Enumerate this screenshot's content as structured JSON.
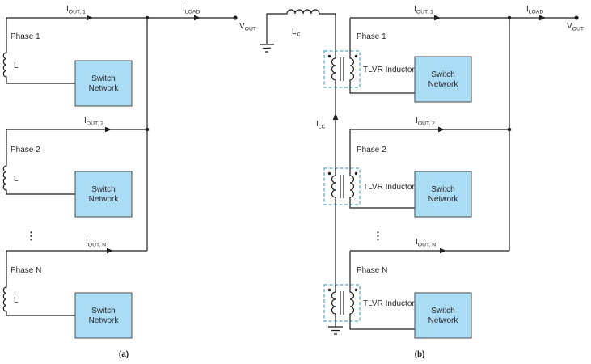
{
  "figure": {
    "caption_a": "(a)",
    "caption_b": "(b)",
    "ellipsis": "⋮"
  },
  "colors": {
    "box_fill": "#aadcf5",
    "box_stroke": "#4a4a4a",
    "tlvr_outline": "#58a8c9",
    "wire": "#1f1f1f",
    "text": "#262626"
  },
  "circuit_a": {
    "phases": [
      {
        "name": "Phase 1",
        "inductor_label": "L",
        "box_line1": "Switch",
        "box_line2": "Network",
        "current": {
          "base": "I",
          "sub": "OUT, 1"
        }
      },
      {
        "name": "Phase 2",
        "inductor_label": "L",
        "box_line1": "Switch",
        "box_line2": "Network",
        "current": {
          "base": "I",
          "sub": "OUT, 2"
        }
      },
      {
        "name": "Phase N",
        "inductor_label": "L",
        "box_line1": "Switch",
        "box_line2": "Network",
        "current": {
          "base": "I",
          "sub": "OUT, N"
        }
      }
    ],
    "i_load": {
      "base": "I",
      "sub": "LOAD"
    },
    "v_out": {
      "base": "V",
      "sub": "OUT"
    }
  },
  "circuit_b": {
    "coupling_inductor": {
      "base": "L",
      "sub": "C"
    },
    "i_lc": {
      "base": "I",
      "sub": "LC"
    },
    "phases": [
      {
        "name": "Phase 1",
        "tlvr_label": "TLVR Inductor",
        "box_line1": "Switch",
        "box_line2": "Network",
        "current": {
          "base": "I",
          "sub": "OUT, 1"
        }
      },
      {
        "name": "Phase 2",
        "tlvr_label": "TLVR Inductor",
        "box_line1": "Switch",
        "box_line2": "Network",
        "current": {
          "base": "I",
          "sub": "OUT, 2"
        }
      },
      {
        "name": "Phase N",
        "tlvr_label": "TLVR Inductor",
        "box_line1": "Switch",
        "box_line2": "Network",
        "current": {
          "base": "I",
          "sub": "OUT, N"
        }
      }
    ],
    "i_load": {
      "base": "I",
      "sub": "LOAD"
    },
    "v_out": {
      "base": "V",
      "sub": "OUT"
    }
  }
}
